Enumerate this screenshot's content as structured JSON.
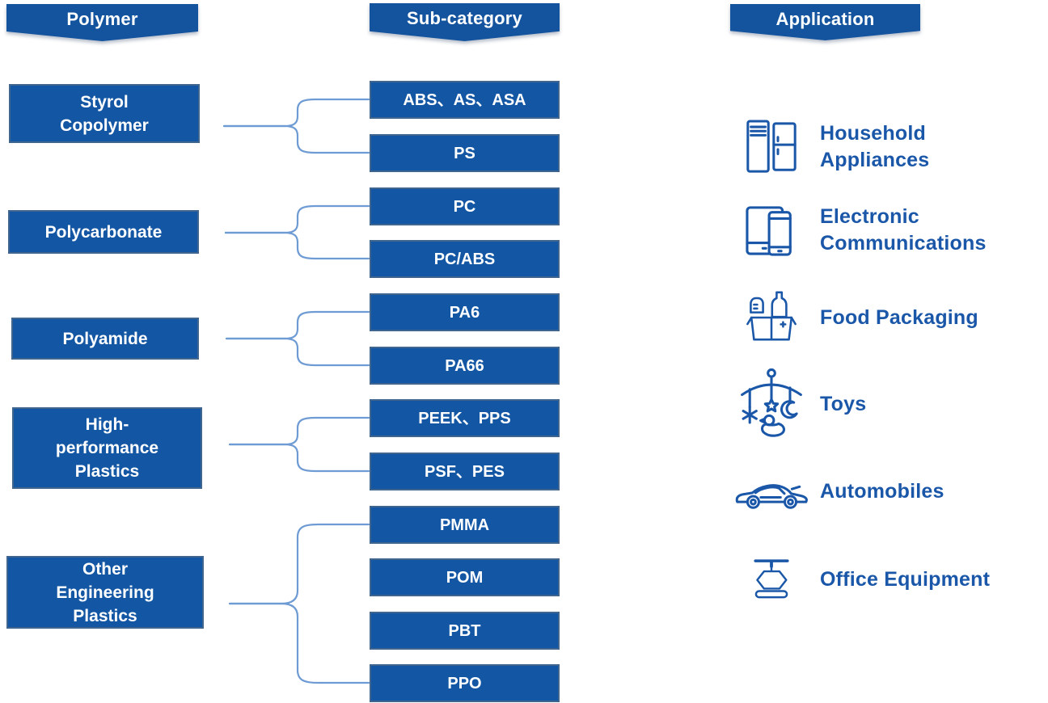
{
  "colors": {
    "box_fill": "#1356A3",
    "box_border": "#40658F",
    "banner_fill": "#14549F",
    "connector": "#6E9BD3",
    "application_text": "#1A57A8",
    "box_text": "#FFFFFF"
  },
  "headers": {
    "polymer": "Polymer",
    "subcategory": "Sub-category",
    "application": "Application"
  },
  "groups": [
    {
      "polymer": "Styrol\nCopolymer",
      "subs": [
        "ABS、AS、ASA",
        "PS"
      ]
    },
    {
      "polymer": "Polycarbonate",
      "subs": [
        "PC",
        "PC/ABS"
      ]
    },
    {
      "polymer": "Polyamide",
      "subs": [
        "PA6",
        "PA66"
      ]
    },
    {
      "polymer": "High-\nperformance\nPlastics",
      "subs": [
        "PEEK、PPS",
        "PSF、PES"
      ]
    },
    {
      "polymer": "Other\nEngineering\nPlastics",
      "subs": [
        "PMMA",
        "POM",
        "PBT",
        "PPO"
      ]
    }
  ],
  "applications": [
    {
      "label": "Household\nAppliances",
      "icon": "household-appliances-icon"
    },
    {
      "label": "Electronic\nCommunications",
      "icon": "electronic-communications-icon"
    },
    {
      "label": "Food Packaging",
      "icon": "food-packaging-icon"
    },
    {
      "label": "Toys",
      "icon": "toys-icon"
    },
    {
      "label": "Automobiles",
      "icon": "automobiles-icon"
    },
    {
      "label": "Office Equipment",
      "icon": "office-equipment-icon"
    }
  ]
}
